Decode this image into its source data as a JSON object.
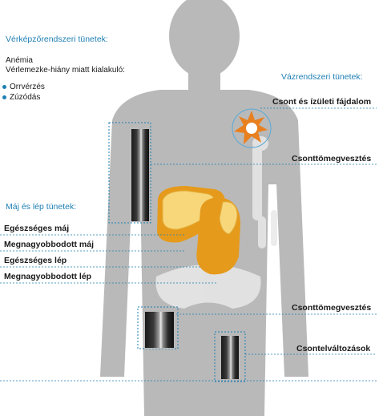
{
  "sections": {
    "blood": {
      "title": "Vérképzőrendszeri tünetek:",
      "lines": [
        "Anémia",
        "Vérlemezke-hiány miatt kialakuló:"
      ],
      "bullets": [
        "Orrvérzés",
        "Zúzódás"
      ]
    },
    "skeletal": {
      "title": "Vázrendszeri tünetek:",
      "labels": [
        "Csont és ízületi fájdalom",
        "Csonttömegvesztés",
        "Csonttömegvesztés",
        "Csontelváltozások"
      ]
    },
    "liver_spleen": {
      "title": "Máj és lép tünetek:",
      "labels": [
        "Egészséges máj",
        "Megnagyobbodott máj",
        "Egészséges lép",
        "Megnagyobbodott lép"
      ]
    }
  },
  "colors": {
    "accent": "#1e7fb4",
    "body": "#b9b9b9",
    "organ_enlarged": "#e59a1c",
    "organ_healthy": "#f7d77a",
    "pain": "#e8801f"
  },
  "icons": [
    "body-silhouette-icon",
    "skeleton-icon",
    "pain-burst-icon"
  ]
}
